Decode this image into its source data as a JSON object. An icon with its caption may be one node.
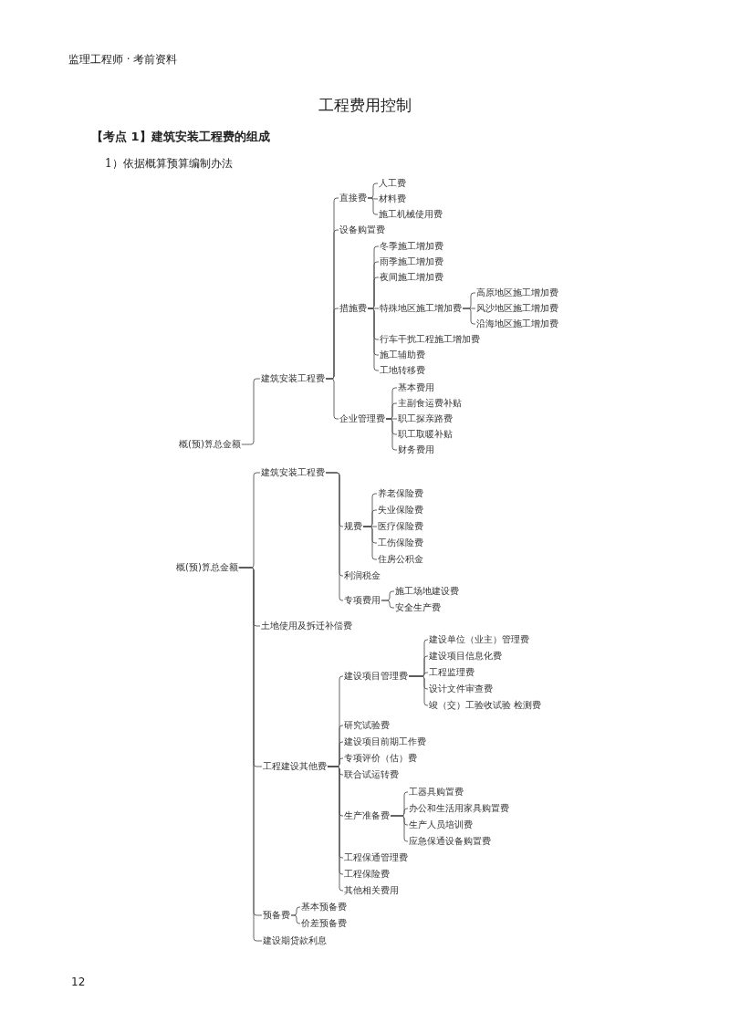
{
  "diagram": {
    "title": "工程费用控制",
    "nodes": [
      {
        "text": [
          "概(预)算总金额"
        ]
      },
      {
        "text": [
          "建筑安装工程费"
        ]
      },
      {
        "text": [
          "直接费"
        ]
      },
      {
        "text": [
          "人工费"
        ]
      },
      {
        "text": [
          "材料费"
        ]
      },
      {
        "text": [
          "施工机械使用费"
        ]
      },
      {
        "text": [
          "设备购置费"
        ]
      },
      {
        "text": [
          "措施费"
        ]
      },
      {
        "text": [
          "冬季施工增加费"
        ]
      },
      {
        "text": [
          "雨季施工增加费"
        ]
      },
      {
        "text": [
          "夜间施工增加费"
        ]
      },
      {
        "text": [
          "特殊地区施工增加费"
        ]
      },
      {
        "text": [
          "高原地区施工增加费"
        ]
      },
      {
        "text": [
          "风沙地区施工增加费"
        ]
      },
      {
        "text": [
          "沿海地区施工增加费"
        ]
      },
      {
        "text": [
          "行车干扰工程施工增加费"
        ]
      },
      {
        "text": [
          "施工辅助费"
        ]
      },
      {
        "text": [
          "工地转移费"
        ]
      },
      {
        "text": [
          "企业管理费"
        ]
      },
      {
        "text": [
          "基本费用"
        ]
      },
      {
        "text": [
          "主副食运费补贴"
        ]
      },
      {
        "text": [
          "职工探亲路费"
        ]
      },
      {
        "text": [
          "职工取暖补贴"
        ]
      },
      {
        "text": [
          "财务费用"
        ]
      },
      {
        "text": [
          "概(预)算总金额"
        ]
      },
      {
        "text": [
          "建筑安装工程费"
        ]
      },
      {
        "text": [
          "规费"
        ]
      },
      {
        "text": [
          "养老保险费"
        ]
      },
      {
        "text": [
          "失业保险费"
        ]
      },
      {
        "text": [
          "医疗保险费"
        ]
      },
      {
        "text": [
          "工伤保险费"
        ]
      },
      {
        "text": [
          "住房公积金"
        ]
      },
      {
        "text": [
          "利润税金"
        ]
      },
      {
        "text": [
          "专项费用"
        ]
      },
      {
        "text": [
          "施工场地建设费"
        ]
      },
      {
        "text": [
          "安全生产费"
        ]
      },
      {
        "text": [
          "土地使用及拆迁补偿费"
        ]
      },
      {
        "text": [
          "工程建设其他费"
        ]
      },
      {
        "text": [
          "建设项目管理费"
        ]
      },
      {
        "text": [
          "建设单位（业主）管理费"
        ]
      },
      {
        "text": [
          "建设项目信息化费"
        ]
      },
      {
        "text": [
          "工程监理费"
        ]
      },
      {
        "text": [
          "设计文件审查费"
        ]
      },
      {
        "text": [
          "竣（交）工验收试验 检测费"
        ]
      },
      {
        "text": [
          "研究试验费"
        ]
      },
      {
        "text": [
          "建设项目前期工作费"
        ]
      },
      {
        "text": [
          "专项评价（估）费"
        ]
      },
      {
        "text": [
          "联合试运转费"
        ]
      },
      {
        "text": [
          "生产准备费"
        ]
      },
      {
        "text": [
          "工器具购置费"
        ]
      },
      {
        "text": [
          "办公和生活用家具购置费"
        ]
      },
      {
        "text": [
          "生产人员培训费"
        ]
      },
      {
        "text": [
          "应急保通设备购置费"
        ]
      },
      {
        "text": [
          "工程保通管理费"
        ]
      },
      {
        "text": [
          "工程保险费"
        ]
      },
      {
        "text": [
          "其他相关费用"
        ]
      },
      {
        "text": [
          "预备费"
        ]
      },
      {
        "text": [
          "基本预备费"
        ]
      },
      {
        "text": [
          "价差预备费"
        ]
      },
      {
        "text": [
          "建设期贷款利息"
        ]
      }
    ],
    "edges": [
      {
        "from": 0,
        "to": 1,
        "arrow": "none"
      },
      {
        "from": 1,
        "to": 2,
        "arrow": "none"
      },
      {
        "from": 2,
        "to": 3,
        "arrow": "none"
      },
      {
        "from": 2,
        "to": 4,
        "arrow": "none"
      },
      {
        "from": 2,
        "to": 5,
        "arrow": "none"
      },
      {
        "from": 1,
        "to": 6,
        "arrow": "none"
      },
      {
        "from": 1,
        "to": 7,
        "arrow": "none"
      },
      {
        "from": 7,
        "to": 8,
        "arrow": "none"
      },
      {
        "from": 7,
        "to": 9,
        "arrow": "none"
      },
      {
        "from": 7,
        "to": 10,
        "arrow": "none"
      },
      {
        "from": 7,
        "to": 11,
        "arrow": "none"
      },
      {
        "from": 11,
        "to": 12,
        "arrow": "none"
      },
      {
        "from": 11,
        "to": 13,
        "arrow": "none"
      },
      {
        "from": 11,
        "to": 14,
        "arrow": "none"
      },
      {
        "from": 7,
        "to": 15,
        "arrow": "none"
      },
      {
        "from": 7,
        "to": 16,
        "arrow": "none"
      },
      {
        "from": 7,
        "to": 17,
        "arrow": "none"
      },
      {
        "from": 1,
        "to": 18,
        "arrow": "none"
      },
      {
        "from": 18,
        "to": 19,
        "arrow": "none"
      },
      {
        "from": 18,
        "to": 20,
        "arrow": "none"
      },
      {
        "from": 18,
        "to": 21,
        "arrow": "none"
      },
      {
        "from": 18,
        "to": 22,
        "arrow": "none"
      },
      {
        "from": 18,
        "to": 23,
        "arrow": "none"
      },
      {
        "from": 24,
        "to": 25,
        "arrow": "none"
      },
      {
        "from": 25,
        "to": 26,
        "arrow": "none"
      },
      {
        "from": 26,
        "to": 27,
        "arrow": "none"
      },
      {
        "from": 26,
        "to": 28,
        "arrow": "none"
      },
      {
        "from": 26,
        "to": 29,
        "arrow": "none"
      },
      {
        "from": 26,
        "to": 30,
        "arrow": "none"
      },
      {
        "from": 26,
        "to": 31,
        "arrow": "none"
      },
      {
        "from": 25,
        "to": 32,
        "arrow": "none"
      },
      {
        "from": 25,
        "to": 33,
        "arrow": "none"
      },
      {
        "from": 33,
        "to": 34,
        "arrow": "none"
      },
      {
        "from": 33,
        "to": 35,
        "arrow": "none"
      },
      {
        "from": 24,
        "to": 36,
        "arrow": "none"
      },
      {
        "from": 24,
        "to": 37,
        "arrow": "none"
      },
      {
        "from": 37,
        "to": 38,
        "arrow": "none"
      },
      {
        "from": 38,
        "to": 39,
        "arrow": "none"
      },
      {
        "from": 38,
        "to": 40,
        "arrow": "none"
      },
      {
        "from": 38,
        "to": 41,
        "arrow": "none"
      },
      {
        "from": 38,
        "to": 42,
        "arrow": "none"
      },
      {
        "from": 38,
        "to": 43,
        "arrow": "none"
      },
      {
        "from": 37,
        "to": 44,
        "arrow": "none"
      },
      {
        "from": 37,
        "to": 45,
        "arrow": "none"
      },
      {
        "from": 37,
        "to": 46,
        "arrow": "none"
      },
      {
        "from": 37,
        "to": 47,
        "arrow": "none"
      },
      {
        "from": 37,
        "to": 48,
        "arrow": "none"
      },
      {
        "from": 48,
        "to": 49,
        "arrow": "none"
      },
      {
        "from": 48,
        "to": 50,
        "arrow": "none"
      },
      {
        "from": 48,
        "to": 51,
        "arrow": "none"
      },
      {
        "from": 48,
        "to": 52,
        "arrow": "none"
      },
      {
        "from": 37,
        "to": 53,
        "arrow": "none"
      },
      {
        "from": 37,
        "to": 54,
        "arrow": "none"
      },
      {
        "from": 37,
        "to": 55,
        "arrow": "none"
      },
      {
        "from": 24,
        "to": 56,
        "arrow": "none"
      },
      {
        "from": 56,
        "to": 57,
        "arrow": "none"
      },
      {
        "from": 56,
        "to": 58,
        "arrow": "none"
      },
      {
        "from": 24,
        "to": 59,
        "arrow": "none"
      }
    ],
    "labels": [
      "监理工程师 · 考前资料",
      "【考点 1】建筑安装工程费的组成",
      "1）依据概算预算编制办法",
      "12"
    ]
  }
}
